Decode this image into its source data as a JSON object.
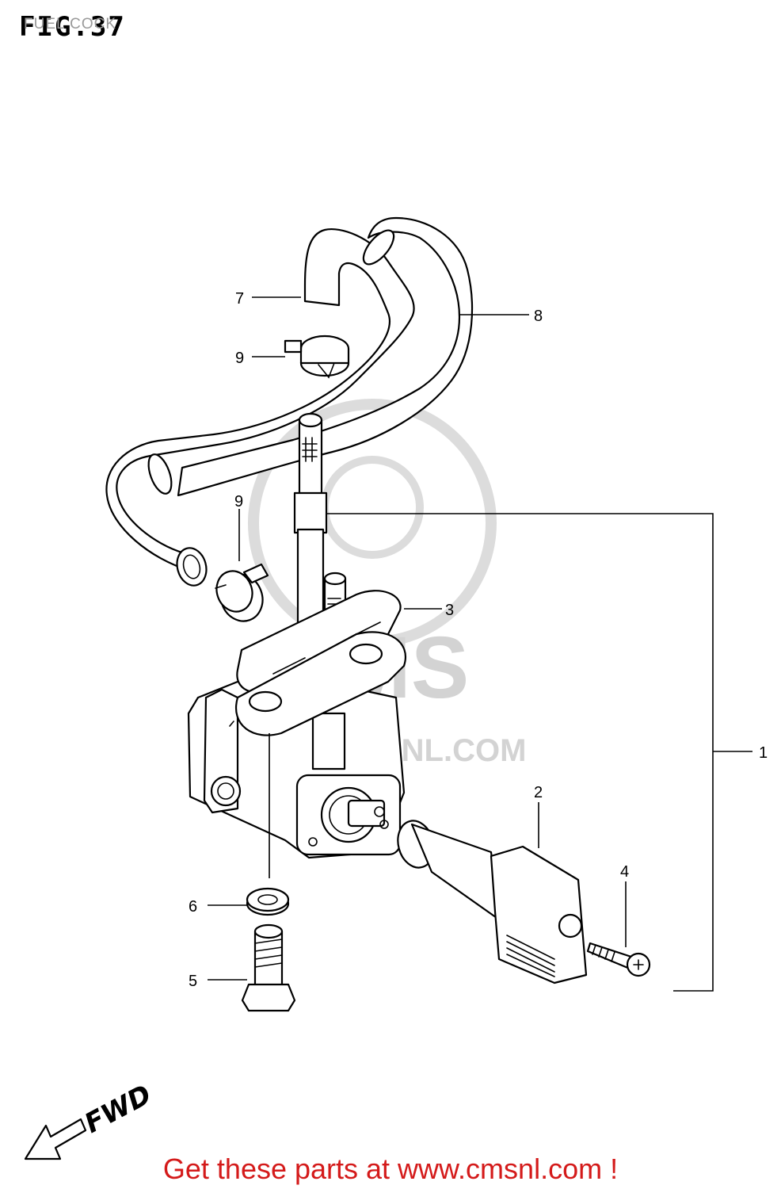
{
  "figure": {
    "title": "FIG.37",
    "subtitle": "FUEL COCK"
  },
  "watermark": {
    "brand": "CMS",
    "url": "WWW.CMSNL.COM"
  },
  "callouts": {
    "c1": "1",
    "c2": "2",
    "c3": "3",
    "c4": "4",
    "c5": "5",
    "c6": "6",
    "c7": "7",
    "c8": "8",
    "c9a": "9",
    "c9b": "9"
  },
  "direction": {
    "label": "FWD"
  },
  "footer": {
    "link_text": "Get these parts at www.cmsnl.com !",
    "link_color": "#d41a1a"
  }
}
